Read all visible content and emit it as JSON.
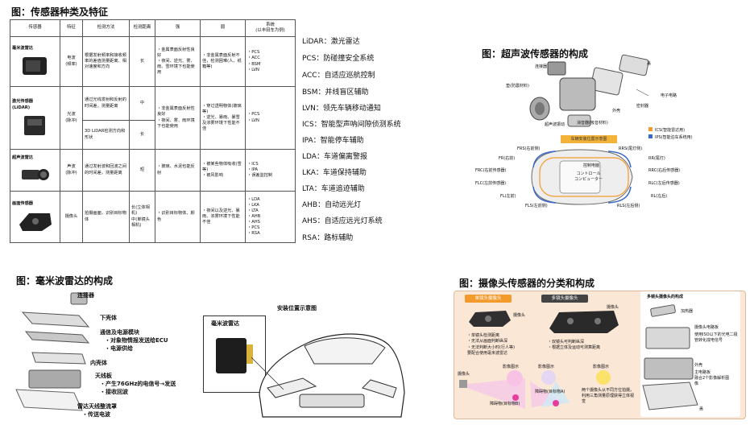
{
  "titles": {
    "sensor_types": "图：传感器种类及特征",
    "ultrasonic": "图：超声波传感器的构成",
    "mmwave": "图：毫米波雷达的构成",
    "camera": "图：摄像头传感器的分类和构成"
  },
  "table": {
    "headers": [
      "传感器",
      "特征",
      "检测方法",
      "检测距离",
      "强",
      "弱",
      "系统\n(以丰田车为例)"
    ],
    "rows": [
      {
        "sensor": "毫米波雷达",
        "feature": "电波\n(频率)",
        "method": "根据发射频率和接收频率的差值测量距离、相对速度和方向",
        "range": "长",
        "strong": "・金属表面反射性良好\n・夜间、逆光、雾、雨、雪环境下也能使用",
        "weak": "・非金属表面反射不佳，检测困难(人、纸箱等)",
        "systems": "・PCS\n・ACC\n・BSM\n・LVN"
      },
      {
        "sensor": "激光传感器\n(LiDAR)",
        "feature": "光波\n(脉冲)",
        "method": "通过光线发射和反射的时间差，测量距离",
        "range": "中",
        "strong": "・非金属表面反射性良好\n・夜间、雾、雨环境下也能使用",
        "weak": "・穿过透明物体(玻璃等)\n・逆光、暴雨、暴雪及浓雾环境下性能不佳",
        "systems": "・PCS\n・LVN"
      },
      {
        "method": "3D LiDAR检测方向和形状",
        "range": "长"
      },
      {
        "sensor": "超声波雷达",
        "feature": "声波\n(脉冲)",
        "method": "通过发射波和回波之间的时间差，测量距离",
        "range": "短",
        "strong": "・玻璃、水泥也能反射",
        "weak": "・被某些物体吸收(雪等)\n・被风影响",
        "systems": "・ICS\n・IPA\n・误差监控制"
      },
      {
        "sensor": "画面传感器",
        "feature": "摄像头",
        "method": "拍摄画面，识别目标物体",
        "range": "长(立体相机)\n中(单镜头相机)",
        "strong": "・识别目标物体、颜色",
        "weak": "・夜间以及逆光、暴雨、浓雾环境下性能不佳",
        "systems": "・LDA\n・LKA\n・LTA\n・AHB\n・AHS\n・PCS\n・RSA"
      }
    ]
  },
  "abbreviations": [
    "LiDAR：激光雷达",
    "PCS：防碰撞安全系统",
    "ACC：自适应巡航控制",
    "BSM：并线盲区辅助",
    "LVN：领先车辆移动通知",
    "ICS：智能型声呐间隙侦测系统",
    "IPA：智能停车辅助",
    "LDA：车道偏离警报",
    "LKA：车道保持辅助",
    "LTA：车道追迹辅助",
    "AHB：自动远光灯",
    "AHS：自适应远光灯系统",
    "RSA：路标辅助"
  ],
  "ultrasonic": {
    "parts": [
      "连接器",
      "盖",
      "电子电路",
      "垫(防震材料)",
      "外壳",
      "密封器",
      "超声波振动",
      "消音器(吸音材料)"
    ],
    "legend": [
      "ICS(智能雷达用)",
      "IPS(智能泊车系统用)"
    ],
    "position_title": "车辆安装位置示意图",
    "ecu_cn": "控制电脑",
    "ecu_jp": "コントロール\nコンピューター",
    "sensors": [
      "FRS(右前侧)",
      "RRS(尾灯侧)",
      "FR(右前)",
      "RR(尾灯)",
      "FRC(右前传感器)",
      "RRC(右后传感器)",
      "FLC(左前传感器)",
      "RLC(左后传感器)",
      "FL(左前)",
      "RL(左后)",
      "FLS(左前侧)",
      "RLS(左后侧)"
    ]
  },
  "mmwave": {
    "parts": [
      "连接器",
      "下壳体",
      "通信及电源模块",
      "・对象物情报发送给ECU",
      "・电源供给",
      "内壳体",
      "天线板",
      "・产生76GHz的电信号→发送",
      "・接收回波",
      "雷达天线整流罩",
      "・传送电波"
    ],
    "install_title": "安装位置示意图",
    "radar_label": "毫米波雷达"
  },
  "camera": {
    "mono_title": "单镜头摄像头",
    "stereo_title": "多镜头摄像头",
    "camera_label": "摄像头",
    "mono_points": "・单镜头检测距离\n・无法从画面判断纵深\n・无法判断大小时(行人等)\n要配合使用毫米波雷达",
    "stereo_points": "・双镜头可判断纵深\n・根据立体及运动可测算距离",
    "image_label": "影像图示",
    "obstacle_a": "障碍物(目标物A)",
    "obstacle_b": "障碍物(目标物B)",
    "stereo_note": "两个摄像头从不同方位拍摄，利用三角测量原理获得立体视觉",
    "struct_title": "多镜头摄像头的构成",
    "heater": "加热器",
    "board": "摄像头电路板",
    "board_note": "使用ISO以下的光电二极管转化成电信号",
    "shell": "外壳",
    "main_board": "主电路板",
    "main_note": "融合2个影像解析图像",
    "lid": "盖"
  }
}
